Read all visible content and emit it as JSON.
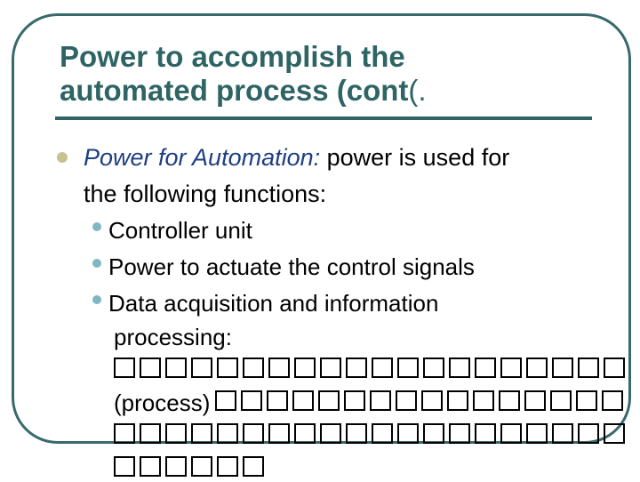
{
  "title": {
    "line1": "Power to accomplish the",
    "line2_bold": "automated process (cont",
    "line2_tail": "(."
  },
  "body": {
    "b1_lead": "Power for Automation:",
    "b1_rest": " power is used for",
    "b1_line2": "the following functions:",
    "sub1": "Controller unit",
    "sub2": "Power to actuate the control signals",
    "sub3a": "Data acquisition and information",
    "sub3b": "processing:",
    "box_rows": [
      {
        "prefix": "",
        "count": 20
      },
      {
        "prefix": "(process)",
        "count": 16
      },
      {
        "prefix": "",
        "count": 20
      },
      {
        "prefix": "",
        "count": 6
      }
    ]
  },
  "colors": {
    "title_teal": "#2F6464",
    "frame_teal": "#38696B",
    "emphasis_navy": "#1E3E82",
    "level1_bullet_khaki": "#C8C192",
    "level2_bullet_lightteal": "#7FB7C3",
    "body_text": "#000000",
    "background": "#FFFFFF"
  }
}
